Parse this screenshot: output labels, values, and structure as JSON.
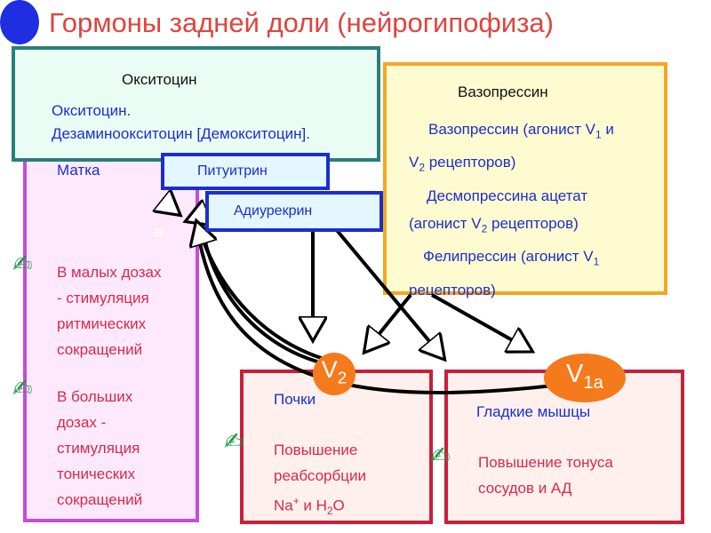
{
  "title": "Гормоны задней доли (нейрогипофиза)",
  "oxytocin": {
    "heading": "Окситоцин",
    "line1": "Окситоцин.",
    "line2": "Дезаминоокситоцин [Демокситоцин]."
  },
  "vasopressin": {
    "heading": "Вазопрессин",
    "line1_pre": "Вазопрессин (агонист V",
    "line1_sub": "1",
    "line1_post": " и",
    "line2_pre": "V",
    "line2_sub": "2",
    "line2_post": " рецепторов)",
    "line3": "Десмопрессина ацетат",
    "line4_pre": "(агонист V",
    "line4_sub": "2",
    "line4_post": " рецепторов)",
    "line5_pre": "Фелипрессин (агонист V",
    "line5_sub": "1",
    "line6": "рецепторов)"
  },
  "pituitrin": "Питуитрин",
  "adiurecrin": "Адиурекрин",
  "uterus": {
    "heading": "Матка",
    "badge": "a",
    "small_doses": [
      "В малых дозах",
      "- стимуляция",
      "ритмических",
      "сокращений"
    ],
    "large_doses": [
      "В больших",
      "дозах -",
      "стимуляция",
      "тонических",
      "сокращений"
    ]
  },
  "kidney": {
    "heading": "Почки",
    "text1": "Повышение",
    "text2": "реабсорбции",
    "text3_pre": "Na",
    "text3_sup": "+",
    "text3_mid": " и H",
    "text3_sub": "2",
    "text3_post": "O"
  },
  "smooth_muscle": {
    "heading": "Гладкие мышцы",
    "text1": "Повышение тонуса",
    "text2": "сосудов и АД"
  },
  "receptors": {
    "v2_main": "V",
    "v2_sub": "2",
    "v1a_main": "V",
    "v1a_sub": "1a"
  },
  "icons": {
    "hand": "writing-hand-icon"
  },
  "colors": {
    "title": "#e0443c",
    "oxytocin_border": "#2a7f78",
    "vasopressin_border": "#f5a623",
    "uterus_border": "#c84bdc",
    "organ_border": "#c8203a",
    "pituitrin_border": "#1a2ecf",
    "receptor_oval": "#f47a1c",
    "badge": "#1f2ee0"
  }
}
